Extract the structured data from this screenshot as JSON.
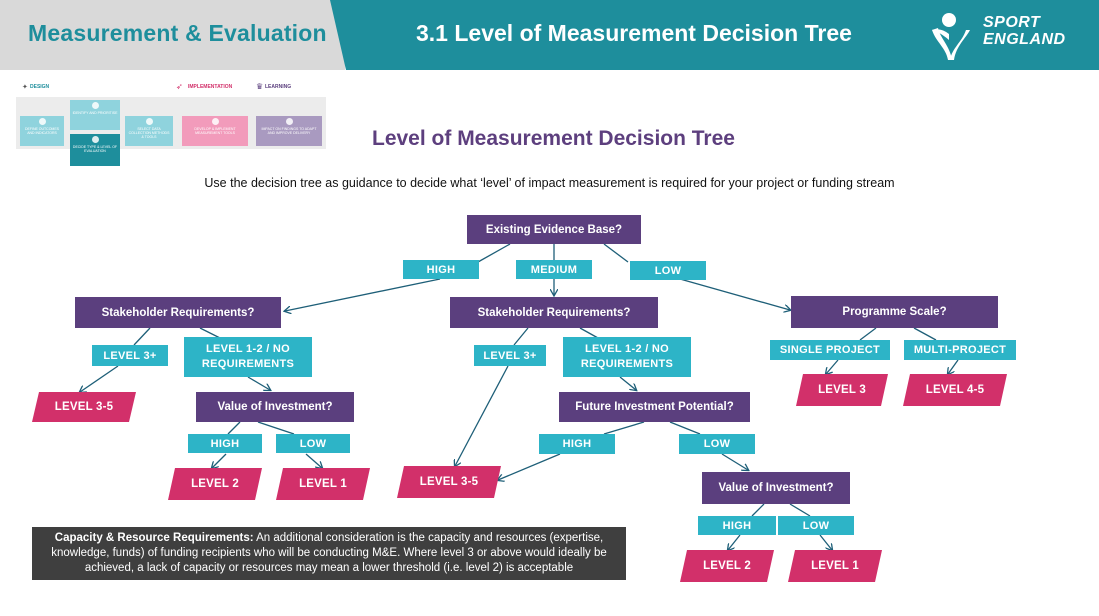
{
  "header": {
    "section_title": "Measurement & Evaluation",
    "page_title": "3.1 Level of Measurement Decision Tree",
    "logo_line1": "SPORT",
    "logo_line2": "ENGLAND",
    "bar_color": "#1e8e9c"
  },
  "process": {
    "stage_design": "DESIGN",
    "stage_implementation": "IMPLEMENTATION",
    "stage_learning": "LEARNING",
    "steps": [
      "DEFINE OUTCOMES AND INDICATORS",
      "IDENTIFY AND PRIORITISE",
      "DECIDE TYPE & LEVEL OF EVALUATION",
      "SELECT DATA COLLECTION METHODS & TOOLS",
      "DEVELOP & IMPLEMENT MEASUREMENT TOOLS",
      "IMPACT ON FINDINGS TO ADAPT AND IMPROVE DELIVERY"
    ]
  },
  "main_title": "Level of Measurement Decision Tree",
  "subtitle": "Use the decision tree as guidance to decide what ‘level’ of impact measurement is required for your project or funding stream",
  "tree": {
    "root": "Existing Evidence Base?",
    "high": "HIGH",
    "medium": "MEDIUM",
    "low": "LOW",
    "left": {
      "question": "Stakeholder Requirements?",
      "opt_a": "LEVEL 3+",
      "opt_b": "LEVEL 1-2 / NO REQUIREMENTS",
      "result_a": "LEVEL 3-5",
      "sub_question": "Value of Investment?",
      "sub_high": "HIGH",
      "sub_low": "LOW",
      "sub_result_high": "LEVEL 2",
      "sub_result_low": "LEVEL 1"
    },
    "middle": {
      "question": "Stakeholder Requirements?",
      "opt_a": "LEVEL 3+",
      "opt_b": "LEVEL 1-2 / NO REQUIREMENTS",
      "result_a": "LEVEL 3-5",
      "sub_question": "Future Investment Potential?",
      "sub_high": "HIGH",
      "sub_low": "LOW",
      "sub2_question": "Value of Investment?",
      "sub2_high": "HIGH",
      "sub2_low": "LOW",
      "sub2_result_high": "LEVEL 2",
      "sub2_result_low": "LEVEL 1"
    },
    "right": {
      "question": "Programme Scale?",
      "opt_a": "SINGLE PROJECT",
      "opt_b": "MULTI-PROJECT",
      "result_a": "LEVEL 3",
      "result_b": "LEVEL 4-5"
    }
  },
  "note": {
    "lead": "Capacity & Resource Requirements:",
    "body": " An additional consideration is the capacity and resources (expertise, knowledge, funds) of funding recipients who will be conducting M&E. Where level 3 or above would ideally be achieved, a lack of capacity or resources may mean a lower threshold (i.e. level 2) is acceptable"
  },
  "colors": {
    "question": "#5b3f7e",
    "answer": "#2db4c7",
    "result": "#d2306a",
    "title": "#5d3f7e"
  }
}
